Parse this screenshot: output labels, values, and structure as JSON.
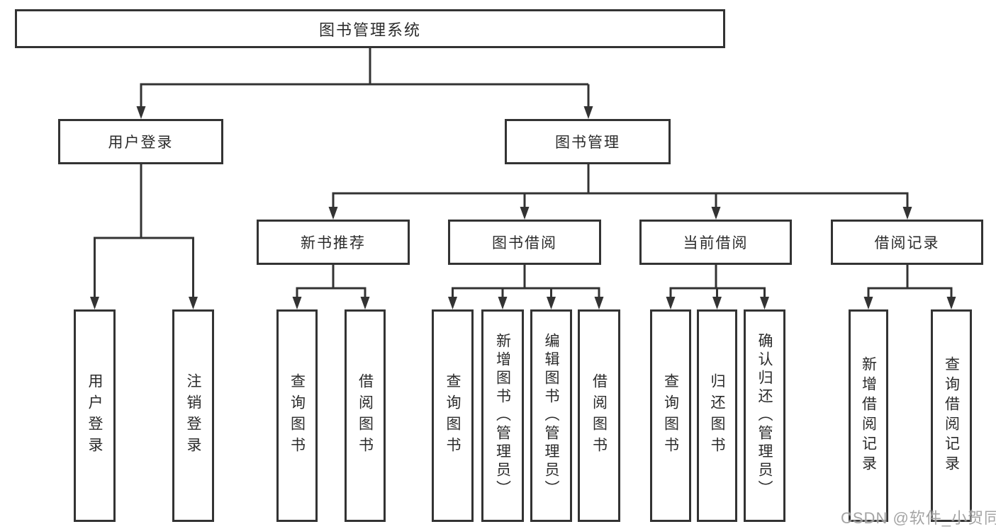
{
  "tree": {
    "root": {
      "label": "图书管理系统"
    },
    "branches": [
      {
        "label": "用户登录",
        "children": [
          {
            "label": "用户登录"
          },
          {
            "label": "注销登录"
          }
        ]
      },
      {
        "label": "图书管理",
        "children": [
          {
            "label": "新书推荐",
            "children": [
              {
                "label": "查询图书"
              },
              {
                "label": "借阅图书"
              }
            ]
          },
          {
            "label": "图书借阅",
            "children": [
              {
                "label": "查询图书"
              },
              {
                "label": "新增图书（管理员）"
              },
              {
                "label": "编辑图书（管理员）"
              },
              {
                "label": "借阅图书"
              }
            ]
          },
          {
            "label": "当前借阅",
            "children": [
              {
                "label": "查询图书"
              },
              {
                "label": "归还图书"
              },
              {
                "label": "确认归还（管理员）"
              }
            ]
          },
          {
            "label": "借阅记录",
            "children": [
              {
                "label": "新增借阅记录"
              },
              {
                "label": "查询借阅记录"
              }
            ]
          }
        ]
      }
    ]
  },
  "watermark": {
    "text": "CSDN @软件_小贺同学"
  },
  "colors": {
    "line": "#333333",
    "border": "#333333",
    "text": "#2b2b2b",
    "background": "#ffffff",
    "watermark": "#949494"
  }
}
